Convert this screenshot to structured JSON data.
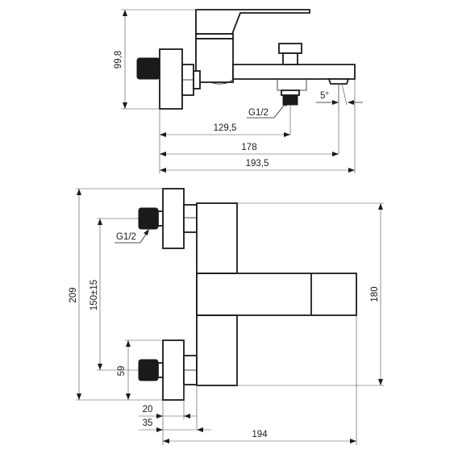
{
  "title": "",
  "side_view": {
    "dim_height_label": "99,8",
    "dim_outlet_label": "129,5",
    "dim_spout_label": "178",
    "dim_total_label": "193,5",
    "thread_label": "G1/2",
    "angle_label": "5°"
  },
  "front_view": {
    "thread_label": "G1/2",
    "dim_overall_height_label": "209",
    "dim_centers_label": "150±15",
    "dim_inlet_label": "59",
    "dim_body_height_label": "180",
    "dim_wall_offset_label": "20",
    "dim_eccentric_label": "35",
    "dim_width_label": "194"
  }
}
